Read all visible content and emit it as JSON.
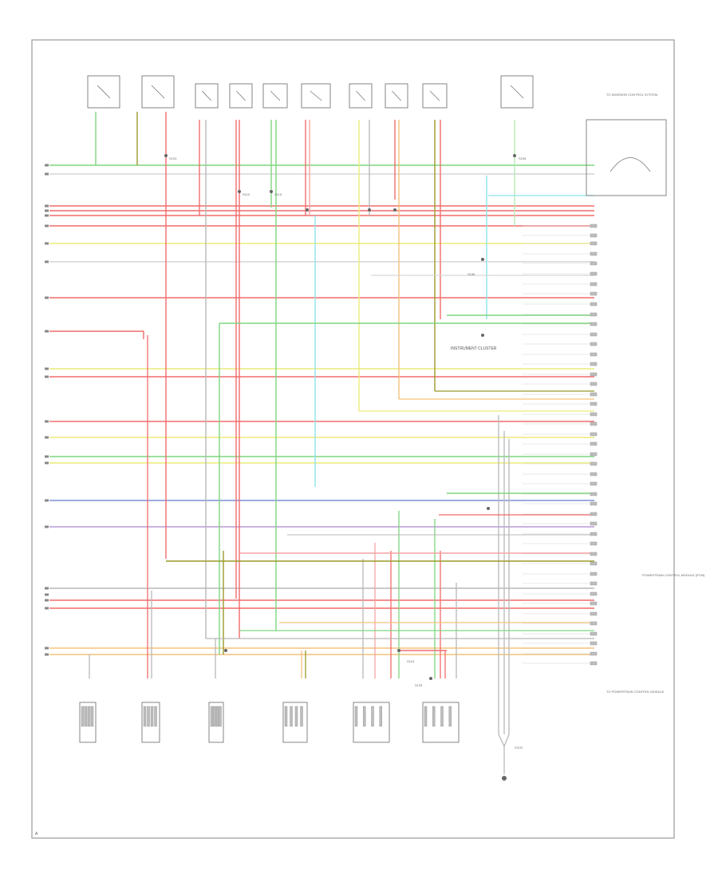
{
  "footer": {
    "code": "A"
  },
  "labels": {
    "instrument_cluster": "INSTRUMENT CLUSTER",
    "top_right_module": "TO EMISSION CONTROL SYSTEM",
    "bottom_right_note": "TO POWERTRAIN CONTROL MODULE",
    "pcm_terminal_note": "POWERTRAIN CONTROL MODULE (PCM)",
    "ground_label": "G103",
    "splice_labels": [
      "S103",
      "S110",
      "S115",
      "S124",
      "S133",
      "S155",
      "S156"
    ]
  },
  "colors": {
    "red": "#f26b6b",
    "pink": "#f7a3a3",
    "green": "#7fd67f",
    "lightgreen": "#b6eab6",
    "yellow": "#ecec7a",
    "olive": "#9a9a2a",
    "blue": "#7b8fd8",
    "cyan": "#8ce3ea",
    "gray": "#b8b8b8",
    "lightgray": "#d6d6d6",
    "orange": "#f5c27a",
    "purple": "#b99ad8",
    "brown": "#b28a5a",
    "frame": "#9a9a9a"
  }
}
